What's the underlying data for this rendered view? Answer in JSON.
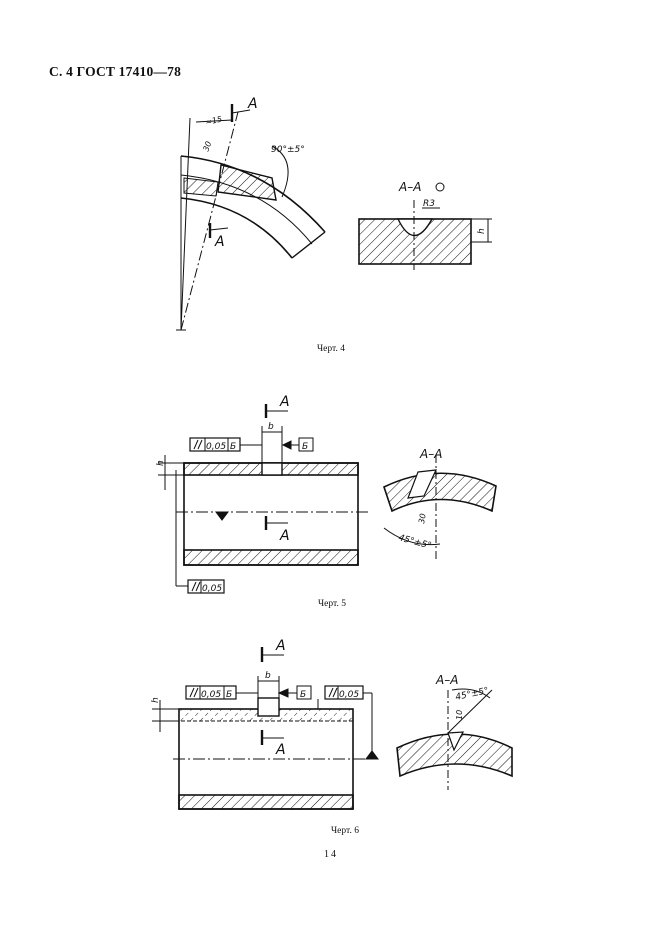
{
  "page": {
    "header": "С. 4 ГОСТ 17410—78",
    "page_number": "14"
  },
  "colors": {
    "ink": "#111111",
    "paper": "#ffffff"
  },
  "figures": [
    {
      "caption": "Черт. 4",
      "labels": {
        "section_mark": "А",
        "dim_width": "≈15",
        "dim_angle": "90°±5°",
        "dim_small": "30",
        "section_title": "А–А",
        "radius": "R3",
        "height": "h"
      }
    },
    {
      "caption": "Черт. 5",
      "labels": {
        "section_mark": "А",
        "tol_value": "0,05",
        "datum": "Б",
        "height": "h",
        "width": "b",
        "section_title": "А–А",
        "dim_small": "30",
        "dim_angle": "45°±5°"
      }
    },
    {
      "caption": "Черт. 6",
      "labels": {
        "section_mark": "А",
        "tol_value": "0,05",
        "datum": "Б",
        "height": "h",
        "width": "b",
        "section_title": "А–А",
        "dim_small": "10",
        "dim_angle": "45°±5°"
      }
    }
  ]
}
